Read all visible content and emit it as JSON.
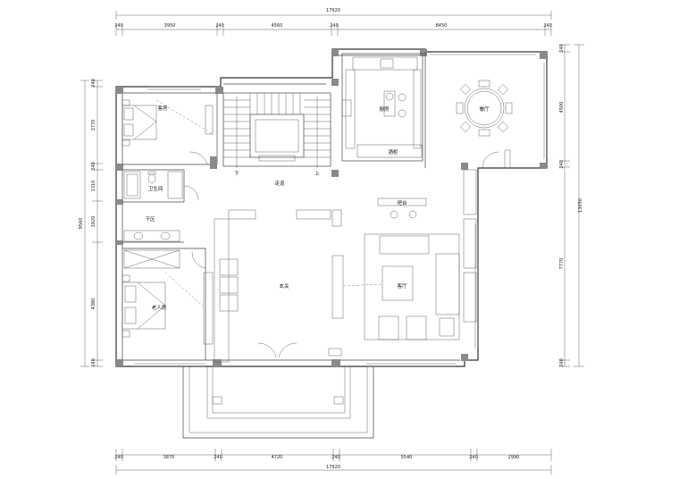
{
  "dimensions": {
    "top_total": "17920",
    "top_segments": [
      "240",
      "3950",
      "240",
      "4560",
      "240",
      "8450",
      "240"
    ],
    "bottom_total": "17920",
    "bottom_segments": [
      "240",
      "3870",
      "240",
      "4720",
      "240",
      "5540",
      "240",
      "2990"
    ],
    "left_total": "9560",
    "left_segments": [
      "240",
      "3770",
      "240",
      "1310",
      "1820",
      "4380",
      "240"
    ],
    "right_total": "13050",
    "right_segments": [
      "240",
      "4500",
      "240",
      "7770",
      "240"
    ]
  },
  "rooms": {
    "guest_room": "客房",
    "elder_room": "老人房",
    "bathroom": "卫生间",
    "dry_area": "干区",
    "corridor": "走道",
    "foyer": "玄关",
    "kitchen": "厨房",
    "wine_cabinet": "酒柜",
    "dining": "餐厅",
    "living": "客厅",
    "bar": "吧台"
  },
  "stair_marks": {
    "down": "下",
    "up": "上"
  },
  "colors": {
    "line": "#333333",
    "hatch": "#8a8a8a"
  }
}
